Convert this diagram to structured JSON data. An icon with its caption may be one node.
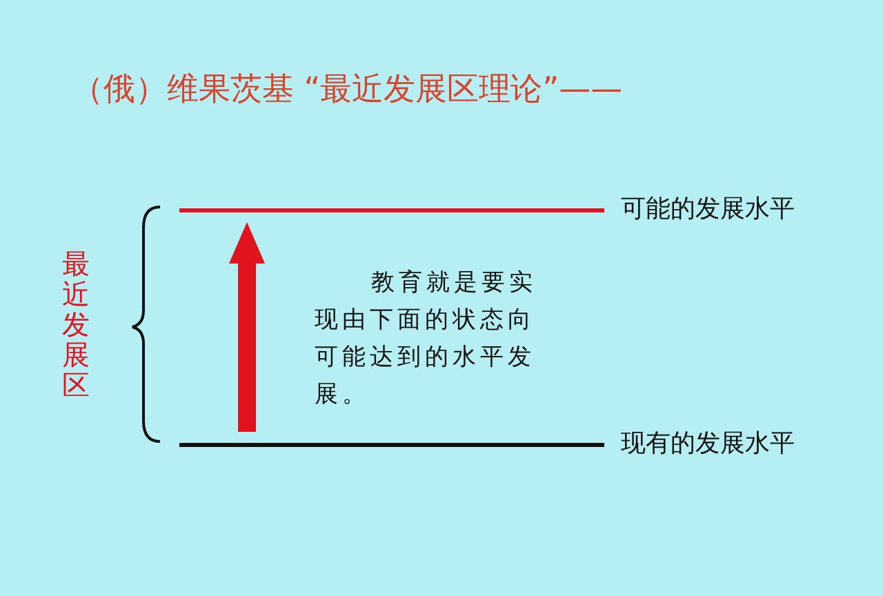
{
  "diagram": {
    "title": "（俄）维果茨基 “最近发展区理论”——",
    "nodes": [
      {
        "text": [
          "可能的发展水平"
        ]
      },
      {
        "text": [
          "现有的发展水平"
        ]
      }
    ],
    "edges": [
      {
        "from": 1,
        "to": 0,
        "arrow": "to",
        "color": "#e0141e"
      }
    ],
    "labels": [
      "最近发展区",
      "教育就是要实现由下面的状态向可能达到的水平发展。"
    ]
  }
}
